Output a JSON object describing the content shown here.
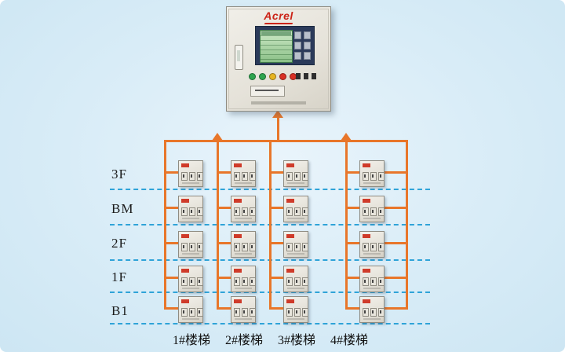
{
  "diagram": {
    "cabinet": {
      "brand": "Acrel"
    },
    "floors": [
      {
        "label": "3F"
      },
      {
        "label": "BM"
      },
      {
        "label": "2F"
      },
      {
        "label": "1F"
      },
      {
        "label": "B1"
      }
    ],
    "stairwells": [
      {
        "label": "1#楼梯"
      },
      {
        "label": "2#楼梯"
      },
      {
        "label": "3#楼梯"
      },
      {
        "label": "4#楼梯"
      }
    ],
    "colors": {
      "bus_line": "#e8762a",
      "floor_divider": "#2fa3d8",
      "device_tag": "#cf3b2a",
      "lcd_green": "#a8d8a0",
      "brand_red": "#cc2418",
      "background": "#d8ecf7"
    }
  }
}
